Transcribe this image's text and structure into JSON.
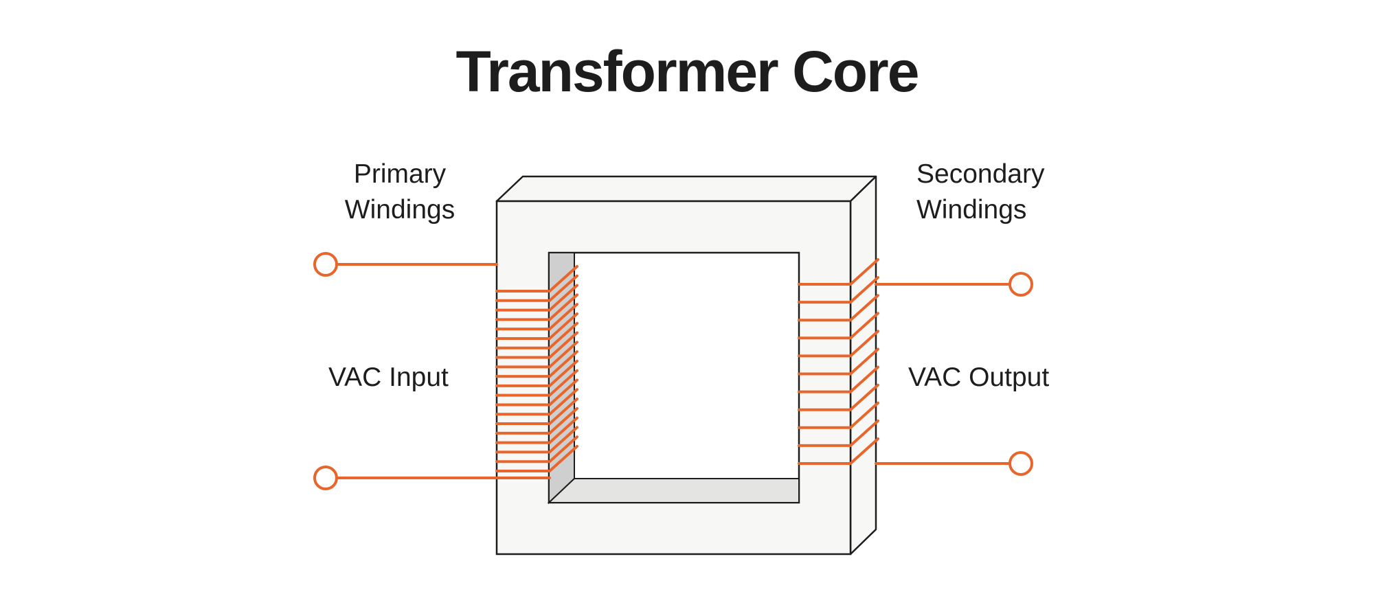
{
  "title": "Transformer Core",
  "labels": {
    "primary_windings": [
      "Primary",
      "Windings"
    ],
    "secondary_windings": [
      "Secondary",
      "Windings"
    ],
    "vac_input": "VAC Input",
    "vac_output": "VAC Output"
  },
  "colors": {
    "winding": "#e8662b",
    "core_face": "#f7f7f5",
    "core_side": "#cfcfcf",
    "core_inner_bottom": "#e4e4e2",
    "outline": "#1d1d1d",
    "text": "#1d1d1d"
  },
  "diagram": {
    "primary_turns": 20,
    "secondary_turns": 11,
    "terminals": 4
  }
}
